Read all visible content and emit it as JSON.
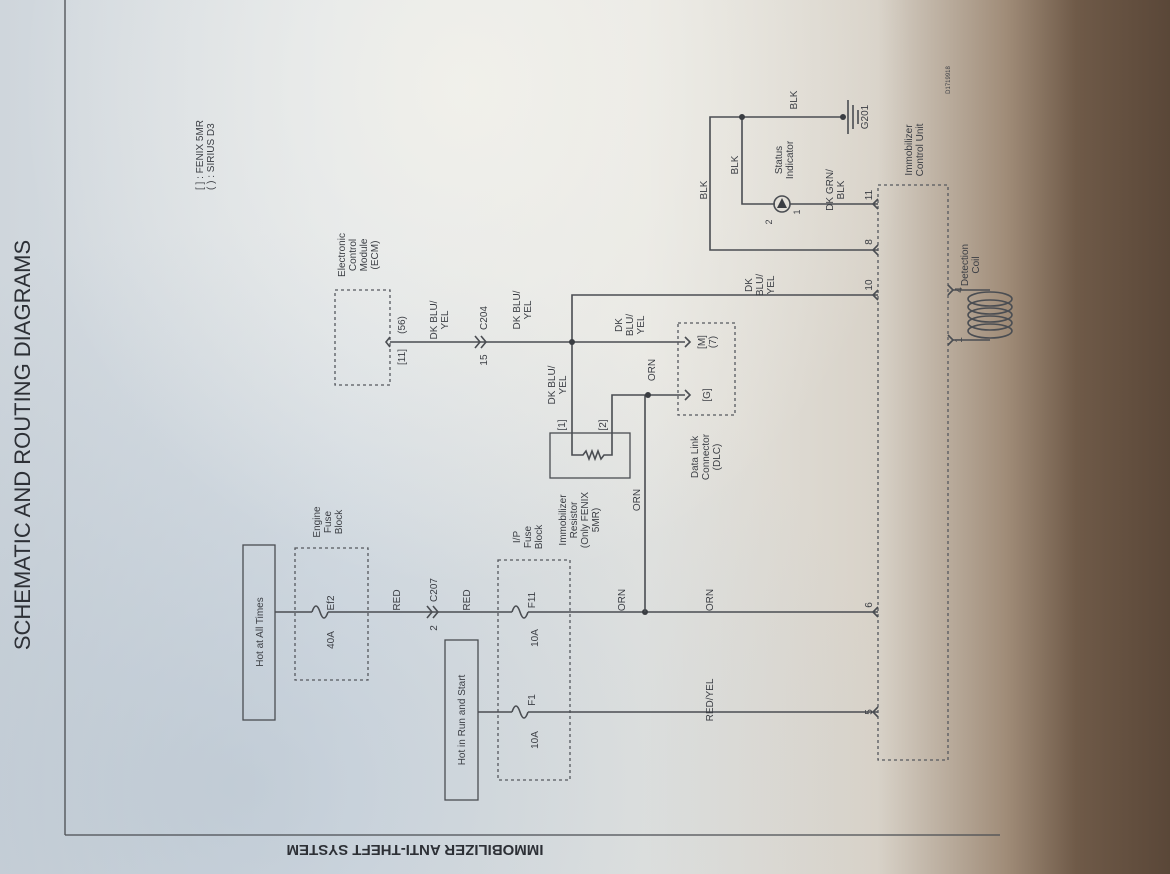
{
  "title": "SCHEMATIC AND ROUTING DIAGRAMS",
  "footer": "IMMOBILIZER ANTI-THEFT SYSTEM",
  "doc_code": "D1719918",
  "legend": [
    "[ ] : FENIX 5MR",
    "( ) : SIRIUS D3"
  ],
  "power": {
    "hot_at_all_times": "Hot at All Times",
    "hot_in_run_start": "Hot in Run and Start"
  },
  "engine_fuse_block": {
    "label": [
      "Engine",
      "Fuse",
      "Block"
    ],
    "fuse": "Ef2",
    "rating": "40A"
  },
  "ip_fuse_block": {
    "label": [
      "I/P",
      "Fuse",
      "Block"
    ],
    "fuses": [
      {
        "name": "F11",
        "rating": "10A"
      },
      {
        "name": "F1",
        "rating": "10A"
      }
    ]
  },
  "connectors": {
    "c207": {
      "pin": "2",
      "name": "C207"
    },
    "c204": {
      "pin": "15",
      "name": "C204"
    }
  },
  "wires": {
    "red": "RED",
    "red_yel": "RED/YEL",
    "orn": "ORN",
    "dk_blu_yel": [
      "DK BLU/",
      "YEL"
    ],
    "dk_blu_yel3": [
      "DK",
      "BLU/",
      "YEL"
    ],
    "blk": "BLK",
    "dk_grn_blk": [
      "DK GRN/",
      "BLK"
    ]
  },
  "ecm": {
    "label": [
      "Electronic",
      "Control",
      "Module",
      "(ECM)"
    ],
    "pin": "[11]",
    "pin_alt": "(56)"
  },
  "resistor": {
    "label": [
      "Immobilizer",
      "Resistor",
      "(Only FENIX",
      "5MR)"
    ],
    "pins": [
      "[1]",
      "[2]"
    ]
  },
  "dlc": {
    "label": [
      "Data Link",
      "Connector",
      "(DLC)"
    ],
    "pin_m": "[M]",
    "pin_m_alt": "(7)",
    "pin_g": "[G]"
  },
  "control_unit": {
    "label": [
      "Immobilizer",
      "Control Unit"
    ],
    "pins": {
      "p5": "5",
      "p6": "6",
      "p10": "10",
      "p8": "8",
      "p11": "11",
      "p1": "1",
      "p4": "4"
    }
  },
  "detection_coil": {
    "label": [
      "Detection",
      "Coil"
    ]
  },
  "status_indicator": {
    "label": [
      "Status",
      "Indicator"
    ],
    "pins": [
      "2",
      "1"
    ]
  },
  "ground": "G201"
}
